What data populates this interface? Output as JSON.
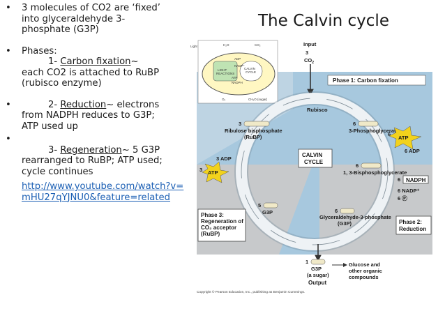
{
  "slide": {
    "title": "The Calvin cycle",
    "bullets": {
      "b1": [
        "3 molecules of CO2 are ‘fixed’",
        "into glyceraldehyde 3-",
        "phosphate (G3P)"
      ],
      "b2": {
        "l1": "Phases:",
        "l2_pre": "1- ",
        "l2_u": "Carbon fixation",
        "l2_post": "~",
        "l3": "each CO2 is attached to RuBP",
        "l4": "(rubisco enzyme)"
      },
      "b3": {
        "l1_pre": "2- ",
        "l1_u": "Reduction",
        "l1_post": "~ electrons",
        "l2": "from NADPH reduces to G3P;",
        "l3": "ATP used up"
      },
      "b4": {
        "l1_pre": "3- ",
        "l1_u": "Regeneration",
        "l1_post": "~  5 G3P",
        "l2": "rearranged to RuBP; ATP used;",
        "l3": "cycle continues"
      },
      "link": "http://www.youtube.com/watch?v=mHU27qYJNU0&feature=related"
    },
    "bullet_symbol": "•"
  },
  "diagram": {
    "input": "Input",
    "co2_3": "3",
    "co2": "CO",
    "co2_sub": "2",
    "phase1": "Phase 1: Carbon fixation",
    "rubisco": "Rubisco",
    "rubp_3": "3",
    "rubp_1": "Ribulose bisphosphate",
    "rubp_2": "(RuBP)",
    "pga_6": "6",
    "pga": "3-Phosphoglycerate",
    "atp": "ATP",
    "adp6": "6 ADP",
    "adp3": "3 ADP",
    "atp6": "6",
    "atp3": "3",
    "calvin1": "CALVIN",
    "calvin2": "CYCLE",
    "bpg_6": "6",
    "bpg": "1, 3-Bisphosphoglycerate",
    "nadph6": "6",
    "nadph": "NADPH",
    "nadp": "6 NADP⁺",
    "pi": "6 Ⓟ",
    "g3p_5n": "5",
    "g3p_5": "G3P",
    "g3p_6n": "6",
    "g3p_6a": "Glyceraldehyde-3-phosphate",
    "g3p_6b": "(G3P)",
    "phase3a": "Phase 3:",
    "phase3b": "Regeneration of",
    "phase3c": "CO₂ acceptor",
    "phase3d": "(RuBP)",
    "phase2a": "Phase 2:",
    "phase2b": "Reduction",
    "out_1": "1",
    "out_g3p": "G3P",
    "out_sugar": "(a sugar)",
    "output": "Output",
    "glucose1": "Glucose and",
    "glucose2": "other organic",
    "glucose3": "compounds",
    "copyright": "Copyright © Pearson Education, Inc., publishing as Benjamin Cummings.",
    "inset": {
      "light": "Light",
      "h2o": "H₂O",
      "co2": "CO₂",
      "lr1": "LIGHT",
      "lr2": "REACTIONS",
      "cc1": "CALVIN",
      "cc2": "CYCLE",
      "atp": "ATP",
      "nadph": "NADPH",
      "o2": "O₂",
      "sugar": "CH₂O (sugar)",
      "nadp": "NADP⁺",
      "adp": "ADP"
    }
  },
  "colors": {
    "panel_blue": "#a7c8de",
    "panel_gray": "#c7c9cb",
    "atp_yellow": "#f2d21c",
    "arrow_fill": "#eef2f5",
    "text": "#1a1a1a",
    "link": "#1b5fb4"
  }
}
